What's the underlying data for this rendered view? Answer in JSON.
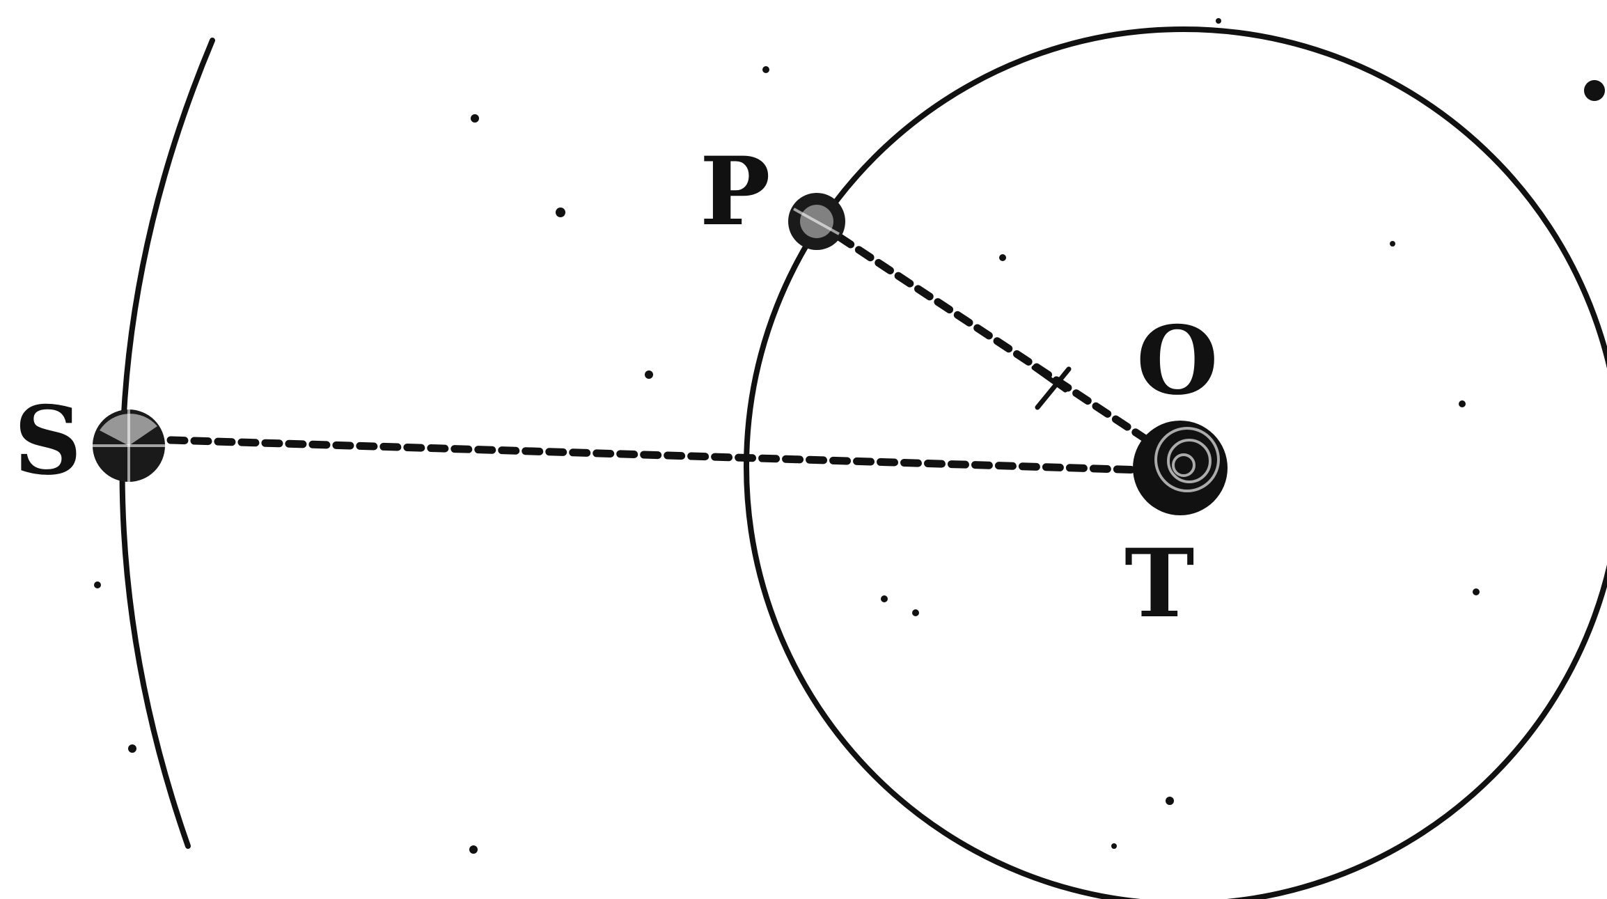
{
  "diagram": {
    "labels": {
      "sun": "S",
      "planet": "P",
      "center": "O",
      "earth": "T"
    },
    "colors": {
      "ink": "#111111",
      "background": "#ffffff"
    }
  }
}
